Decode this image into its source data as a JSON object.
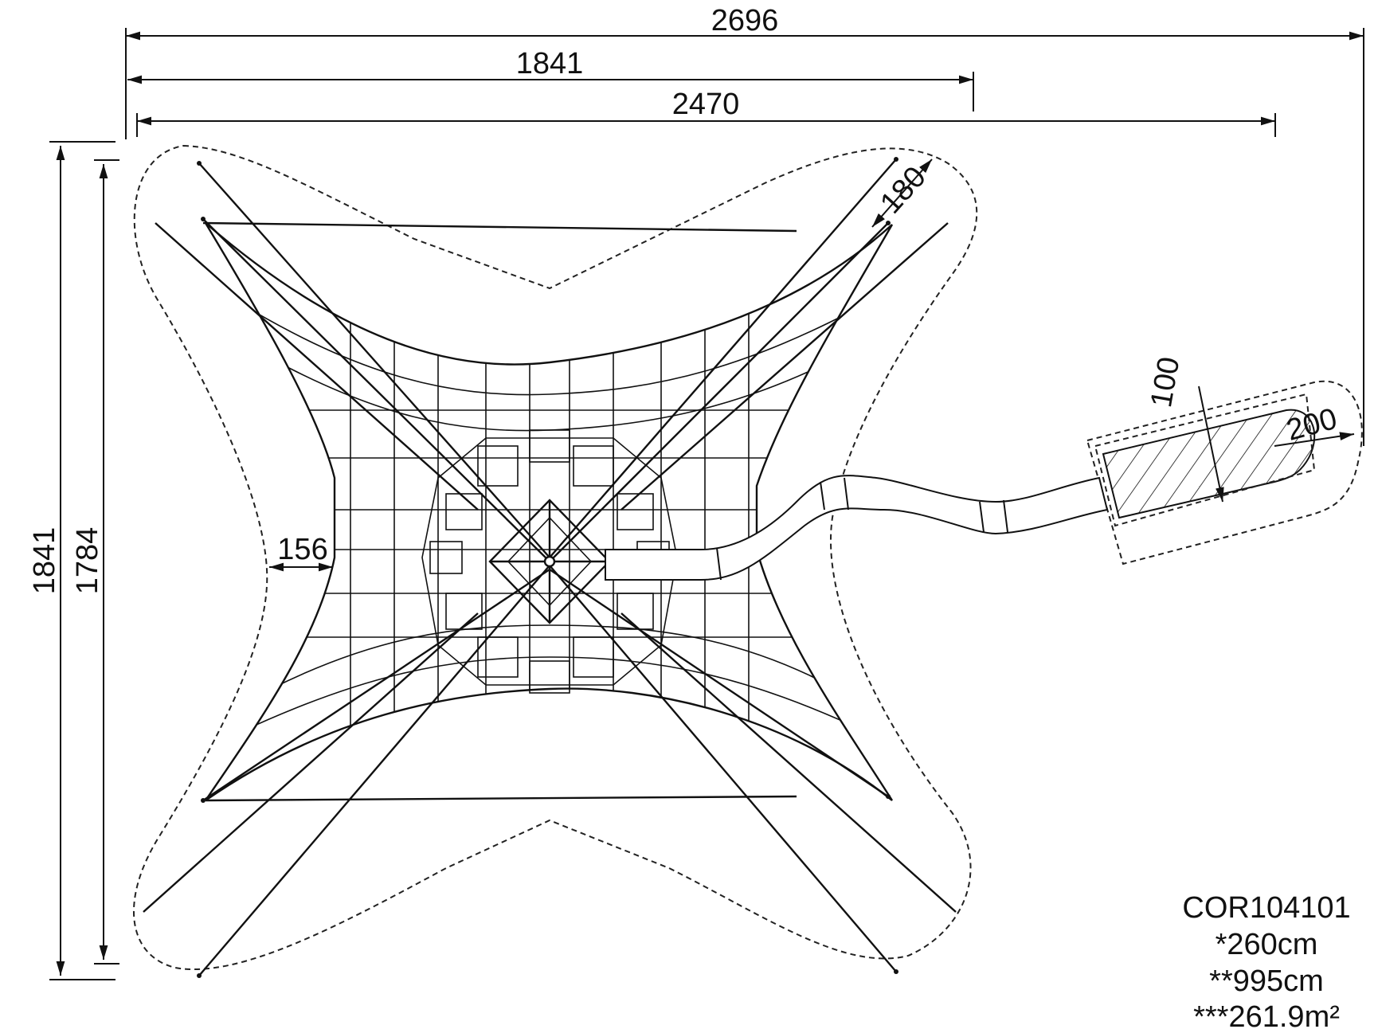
{
  "dimensions": {
    "overall_width": "2696",
    "net_width": "1841",
    "safety_width": "2470",
    "overall_height": "1841",
    "net_height": "1784",
    "edge_clearance": "156",
    "corner_offset": "180",
    "slide_exit_width": "100",
    "slide_exit_length": "200"
  },
  "info": {
    "product_code": "COR104101",
    "height_note": "*260cm",
    "length_note": "**995cm",
    "area_note": "***261.9m²"
  }
}
